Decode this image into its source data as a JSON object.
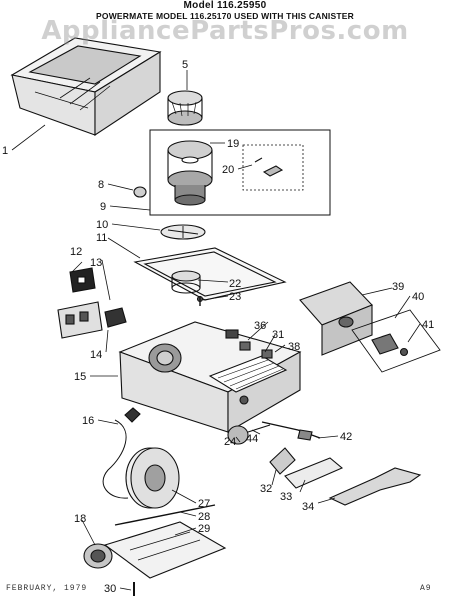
{
  "header": {
    "model_title": "Model 116.25950",
    "powermate_line": "POWERMATE MODEL 116.25170 USED WITH THIS CANISTER"
  },
  "watermark": "AppliancePartsPros.com",
  "footer": {
    "date": "FEBRUARY, 1979",
    "code": "A9"
  },
  "part_labels": [
    "1",
    "5",
    "8",
    "9",
    "10",
    "11",
    "12",
    "13",
    "14",
    "15",
    "16",
    "18",
    "19",
    "20",
    "22",
    "23",
    "24",
    "27",
    "28",
    "29",
    "30",
    "31",
    "32",
    "33",
    "34",
    "36",
    "38",
    "39",
    "40",
    "41",
    "42",
    "44"
  ],
  "colors": {
    "ink": "#111111",
    "watermark": "#969696"
  }
}
